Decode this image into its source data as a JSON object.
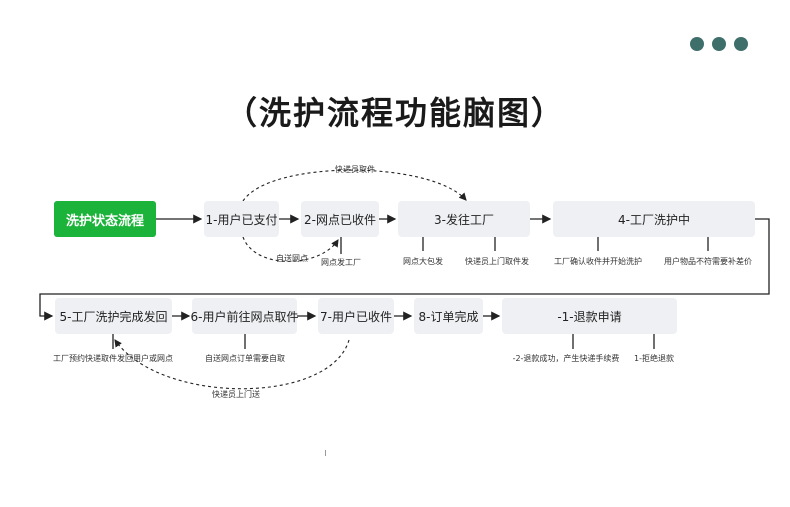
{
  "title": "（洗护流程功能脑图）",
  "start": "洗护状态流程",
  "row1": [
    "1-用户已支付",
    "2-网点已收件",
    "3-发往工厂",
    "4-工厂洗护中"
  ],
  "row2": [
    "5-工厂洗护完成发回",
    "6-用户前往网点取件",
    "7-用户已收件",
    "8-订单完成",
    "-1-退款申请"
  ],
  "notes": {
    "n2": "网点发工厂",
    "n3a": "网点大包发",
    "n3b": "快递员上门取件发",
    "n4a": "工厂确认收件并开始洗护",
    "n4b": "用户物品不符需要补差价",
    "n5": "工厂预约快递取件发回用户或网点",
    "n6": "自送网点订单需要自取",
    "r1": "-2-退款成功，产生快递手续费",
    "r2": "1-拒绝退款"
  },
  "curves": {
    "top": "快递员取件",
    "self": "自送网点",
    "bottom": "快递员上门送"
  },
  "colors": {
    "accent": "#1bb33a",
    "dots": "#3f6f6a",
    "node_bg": "#eef0f3"
  }
}
